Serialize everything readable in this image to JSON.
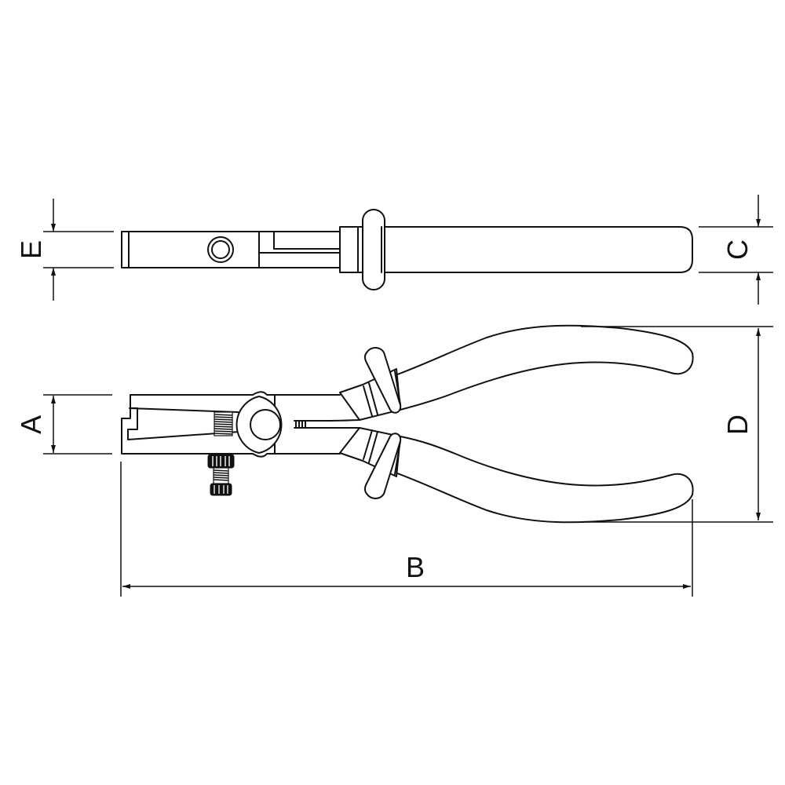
{
  "diagram": {
    "subject": "wire stripper pliers",
    "views": [
      "top-view",
      "side-view"
    ],
    "line_color": "#111111",
    "background": "#ffffff"
  },
  "dimensions": {
    "A": {
      "label": "A",
      "meaning": "jaw head height"
    },
    "B": {
      "label": "B",
      "meaning": "overall length"
    },
    "C": {
      "label": "C",
      "meaning": "handle thickness"
    },
    "D": {
      "label": "D",
      "meaning": "handle spread width"
    },
    "E": {
      "label": "E",
      "meaning": "head thickness"
    }
  }
}
